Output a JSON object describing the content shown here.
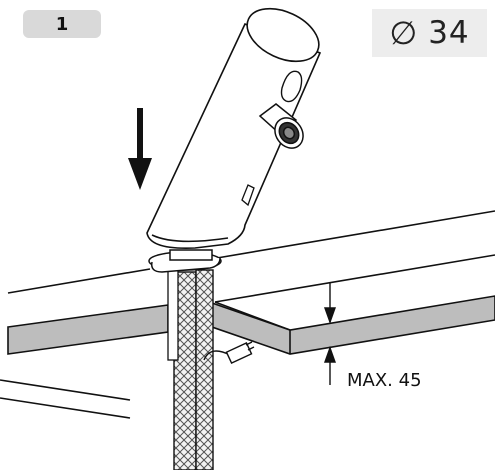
{
  "step": "1",
  "hole_diameter": {
    "symbol": "∅",
    "value": "34"
  },
  "max_thickness_label": "MAX. 45"
}
